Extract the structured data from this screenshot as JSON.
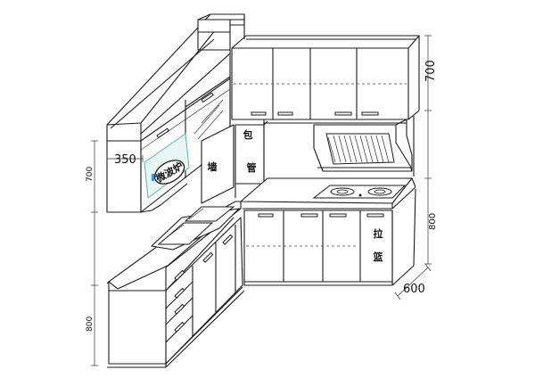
{
  "dimensions": {
    "wall_cabinet_height": "700",
    "wall_cabinet_depth": "350",
    "left_wall_cabinet_height": "700",
    "right_base_height": "800",
    "left_base_height": "800",
    "base_depth": "600"
  },
  "labels": {
    "appliance": "微波炉",
    "wall": "墙",
    "pipe_wrap_1": "包",
    "pipe_wrap_2": "管",
    "pull_basket_1": "拉",
    "pull_basket_2": "篮"
  }
}
